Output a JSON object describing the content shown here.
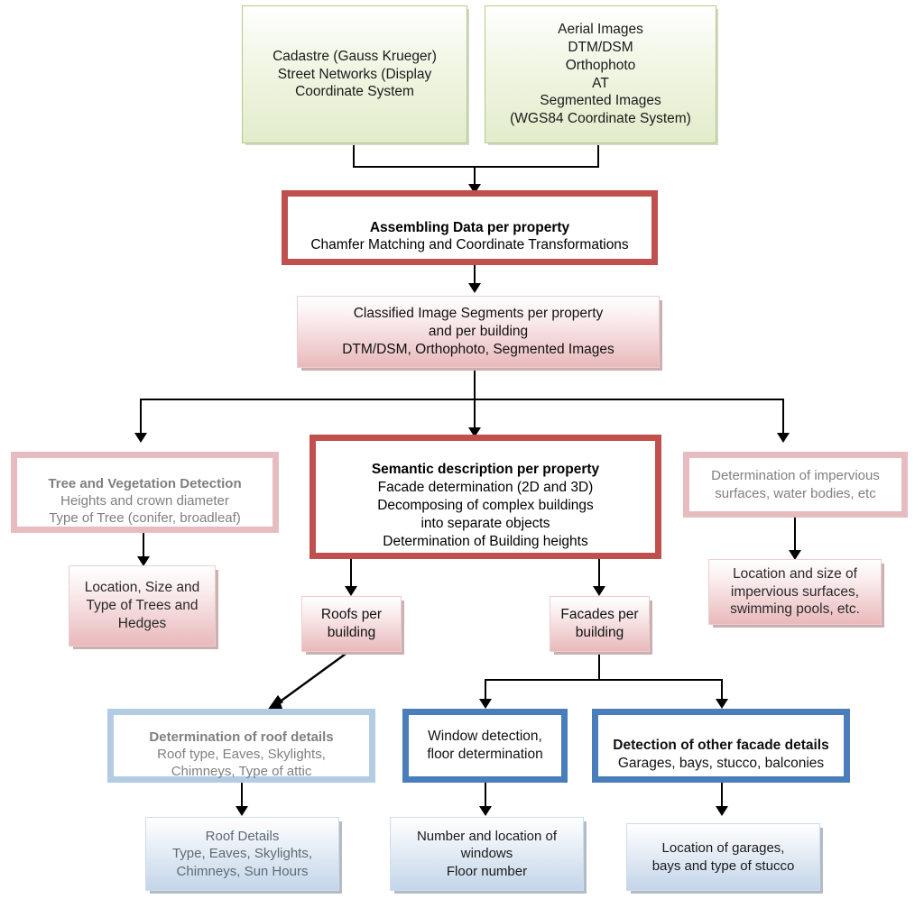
{
  "diagram": {
    "title": "Building and property semantic extraction workflow",
    "colors": {
      "green_border": "#b3c98b",
      "green_fill": "#e2ecca",
      "red_border": "#c0504d",
      "pink_border": "#e7bcc1",
      "pink_fill": "#e9b9bb",
      "blue_border": "#4a7ebb",
      "blue_border_light": "#b4cbe4",
      "blue_fill": "#c3d5e9",
      "connector": "#000000",
      "gray_text": "#7f7f7f"
    },
    "nodes": {
      "cadastre": {
        "body": "Cadastre (Gauss Krueger)\nStreet Networks (Display\nCoordinate System"
      },
      "aerial": {
        "body": "Aerial Images\nDTM/DSM\nOrthophoto\nAT\nSegmented Images\n(WGS84 Coordinate System)"
      },
      "assembling": {
        "head": "Assembling Data per property",
        "body": "Chamfer Matching and Coordinate Transformations"
      },
      "classified": {
        "body": "Classified Image Segments per property\nand per building\nDTM/DSM, Orthophoto, Segmented Images"
      },
      "tree_detection": {
        "head": "Tree and Vegetation Detection",
        "body": "Heights and crown diameter\nType of Tree (conifer, broadleaf)"
      },
      "tree_result": {
        "body": "Location, Size and\nType of Trees and\nHedges"
      },
      "semantic": {
        "head": "Semantic description per property",
        "body": "Facade determination (2D and 3D)\nDecomposing of complex buildings\ninto separate objects\nDetermination of Building heights"
      },
      "impervious_detection": {
        "body": "Determination of impervious\nsurfaces, water bodies, etc"
      },
      "impervious_result": {
        "body": "Location and size of\nimpervious surfaces,\nswimming pools, etc."
      },
      "roofs_per_building": {
        "body": "Roofs per\nbuilding"
      },
      "facades_per_building": {
        "body": "Facades per\nbuilding"
      },
      "roof_details_detection": {
        "head": "Determination of roof details",
        "body": "Roof type, Eaves, Skylights,\nChimneys, Type of attic"
      },
      "window_detection": {
        "body": "Window detection,\nfloor determination"
      },
      "other_facade_detection": {
        "head": "Detection of other facade details",
        "body": "Garages, bays, stucco, balconies"
      },
      "roof_details_result": {
        "body": "Roof Details\nType, Eaves, Skylights,\nChimneys, Sun Hours"
      },
      "window_result": {
        "body": "Number and location of\nwindows\nFloor number"
      },
      "garage_result": {
        "body": "Location of garages,\nbays and type of stucco"
      }
    }
  }
}
